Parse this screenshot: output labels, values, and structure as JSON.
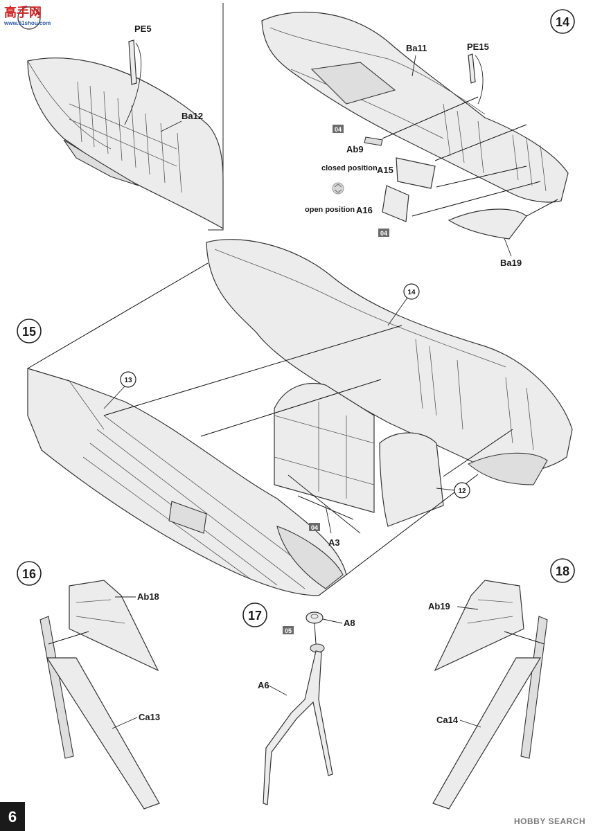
{
  "watermark": {
    "site_cn": "高手网",
    "site_url": "www.51shou.com",
    "credit": "HOBBY SEARCH"
  },
  "page_number": "6",
  "steps": {
    "s14": "14",
    "s15": "15",
    "s16": "16",
    "s17": "17",
    "s18": "18"
  },
  "detail": {
    "pe5": "PE5",
    "ba12": "Ba12"
  },
  "step14": {
    "ba11": "Ba11",
    "pe15": "PE15",
    "paint_a": "04",
    "ab9": "Ab9",
    "closed_position": "closed position",
    "a15": "A15",
    "open_position": "open position",
    "a16": "A16",
    "paint_b": "04",
    "ba19": "Ba19"
  },
  "step15": {
    "ref14": "14",
    "ref13": "13",
    "ref12": "12",
    "paint": "04",
    "a3": "A3"
  },
  "step16": {
    "ab18": "Ab18",
    "ca13": "Ca13"
  },
  "step17": {
    "paint": "05",
    "a8": "A8",
    "a6": "A6"
  },
  "step18": {
    "ab19": "Ab19",
    "ca14": "Ca14"
  }
}
